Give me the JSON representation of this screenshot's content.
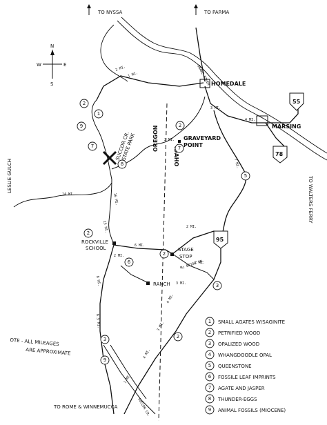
{
  "compass": {
    "n": "N",
    "s": "S",
    "e": "E",
    "w": "W"
  },
  "places": {
    "to_nyssa": "TO NYSSA",
    "to_parma": "TO PARMA",
    "snake_river": "SNAKE RIVER",
    "homedale": "HOMEDALE",
    "marsing": "MARSING",
    "succor_cr_state_park_1": "SUCCOR CR.",
    "succor_cr_state_park_2": "STATE PARK",
    "graveyard_point_1": "GRAVEYARD",
    "graveyard_point_2": "POINT",
    "leslie_gulch": "LESLIE GULCH",
    "oregon": "OREGON",
    "idaho": "IDAHO",
    "to_walters_ferry": "TO WALTERS FERRY",
    "rockville_school_1": "ROCKVILLE",
    "rockville_school_2": "SCHOOL",
    "stage_stop_1": "STAGE",
    "stage_stop_2": "STOP",
    "mc_bride_cr": "Mc BRIDE CR.",
    "ranch": "RANCH",
    "to_rome_winnemucca": "TO ROME & WINNEMUCCA",
    "succor_cr": "SUCCOR CR."
  },
  "highways": {
    "h55": "55",
    "h78": "78",
    "h95": "95"
  },
  "mileage": [
    "2 MI.",
    "1 MI.",
    "3 MI.",
    "4 MI.",
    "7 MI.",
    "2 MI.",
    "14 MI.",
    "15 MI.",
    "16 MI.",
    "2 MI.",
    "6 MI.",
    "2 MI.",
    "2 MI.",
    "3 MI.",
    "8 MI.",
    "6.5 MI.",
    "4 MI.",
    "3 MI.",
    "4 MI.",
    "1 MI."
  ],
  "note": {
    "line1": "OTE - ALL MILEAGES",
    "line2": "ARE APPROXIMATE"
  },
  "legend": [
    {
      "num": "1",
      "text": "SMALL AGATES W/SAGINITE"
    },
    {
      "num": "2",
      "text": "PETRIFIED WOOD"
    },
    {
      "num": "3",
      "text": "OPALIZED WOOD"
    },
    {
      "num": "4",
      "text": "WHANGDOODLE OPAL"
    },
    {
      "num": "5",
      "text": "QUEENSTONE"
    },
    {
      "num": "6",
      "text": "FOSSILE LEAF IMPRINTS"
    },
    {
      "num": "7",
      "text": "AGATE AND JASPER"
    },
    {
      "num": "8",
      "text": "THUNDER-EGGS"
    },
    {
      "num": "9",
      "text": "ANIMAL FOSSILS (MIOCENE)"
    }
  ],
  "site_markers": {
    "m2a": "2",
    "m1": "1",
    "m9a": "9",
    "m7a": "7",
    "m8": "8",
    "m2b": "2",
    "m7b": "7",
    "m5": "5",
    "m2c": "2",
    "m2d": "2",
    "m6": "6",
    "m3": "3",
    "m2e": "2",
    "m3b": "3",
    "m9b": "9"
  }
}
